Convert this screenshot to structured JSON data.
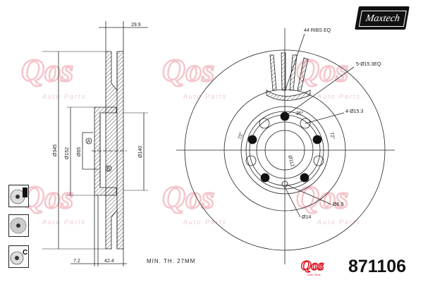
{
  "brand": {
    "logo_text": "Maxtech",
    "supplier_logo_text": "QOS",
    "watermark_text": "QOS",
    "watermark_subtext": "Auto Parts"
  },
  "part_number": "871106",
  "side_view": {
    "thickness_top": "29.9",
    "outer_diameter": "Ø345",
    "hub_diameter": "Ø152",
    "bore_diameter": "Ø65",
    "hat_diameter": "Ø140",
    "offset": "7.2",
    "height": "42.4",
    "datum_a": "A",
    "datum_b": "B"
  },
  "front_view": {
    "ribs": "44 RIBS EQ",
    "holes_5": "5-Ø15.3EQ",
    "holes_4": "4-Ø15.3",
    "angle_36": "36°",
    "angle_72_left": "72°",
    "angle_72_right": "72°",
    "pcd": "Ø112",
    "small_hole": "Ø6.6",
    "hole_14": "Ø14"
  },
  "min_thickness": "MIN. TH. 27MM",
  "feature_icons": [
    "disc-with-pads-icon",
    "drilled-slotted-disc-icon",
    "coated-disc-icon"
  ],
  "colors": {
    "line": "#222222",
    "watermark": "#f2b8c0",
    "logo_red": "#e01a2a"
  }
}
